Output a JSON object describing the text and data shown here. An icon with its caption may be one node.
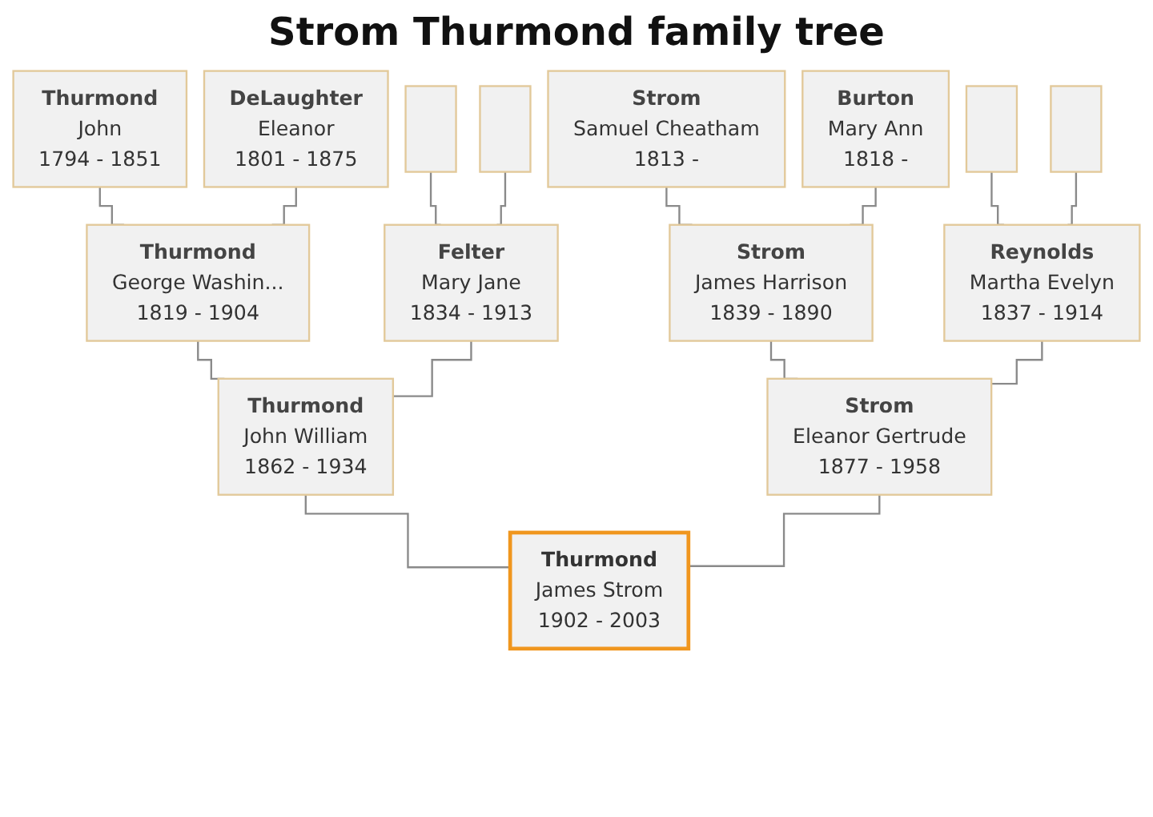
{
  "diagram": {
    "title": "Strom Thurmond family tree",
    "nodes": [
      {
        "text": [
          "Thurmond",
          "John",
          "1794 - 1851"
        ]
      },
      {
        "text": [
          "DeLaughter",
          "Eleanor",
          "1801 - 1875"
        ]
      },
      {
        "text": [],
        "shape": "box"
      },
      {
        "text": [],
        "shape": "box"
      },
      {
        "text": [
          "Strom",
          "Samuel Cheatham",
          "1813 -"
        ]
      },
      {
        "text": [
          "Burton",
          "Mary Ann",
          "1818 -"
        ]
      },
      {
        "text": [],
        "shape": "box"
      },
      {
        "text": [],
        "shape": "box"
      },
      {
        "text": [
          "Thurmond",
          "George Washin...",
          "1819 - 1904"
        ]
      },
      {
        "text": [
          "Felter",
          "Mary Jane",
          "1834 - 1913"
        ]
      },
      {
        "text": [
          "Strom",
          "James Harrison",
          "1839 - 1890"
        ]
      },
      {
        "text": [
          "Reynolds",
          "Martha Evelyn",
          "1837 - 1914"
        ]
      },
      {
        "text": [
          "Thurmond",
          "John William",
          "1862 - 1934"
        ]
      },
      {
        "text": [
          "Strom",
          "Eleanor Gertrude",
          "1877 - 1958"
        ]
      },
      {
        "text": [
          "Thurmond",
          "James Strom",
          "1902 - 2003"
        ]
      }
    ],
    "edges": [
      {
        "from": 0,
        "to": 8,
        "arrow": "none"
      },
      {
        "from": 1,
        "to": 8,
        "arrow": "none"
      },
      {
        "from": 2,
        "to": 9,
        "arrow": "none"
      },
      {
        "from": 3,
        "to": 9,
        "arrow": "none"
      },
      {
        "from": 4,
        "to": 10,
        "arrow": "none"
      },
      {
        "from": 5,
        "to": 10,
        "arrow": "none"
      },
      {
        "from": 6,
        "to": 11,
        "arrow": "none"
      },
      {
        "from": 7,
        "to": 11,
        "arrow": "none"
      },
      {
        "from": 8,
        "to": 12,
        "arrow": "none"
      },
      {
        "from": 9,
        "to": 12,
        "arrow": "none"
      },
      {
        "from": 10,
        "to": 13,
        "arrow": "none"
      },
      {
        "from": 11,
        "to": 13,
        "arrow": "none"
      },
      {
        "from": 12,
        "to": 14,
        "arrow": "none"
      },
      {
        "from": 13,
        "to": 14,
        "arrow": "none"
      }
    ]
  }
}
